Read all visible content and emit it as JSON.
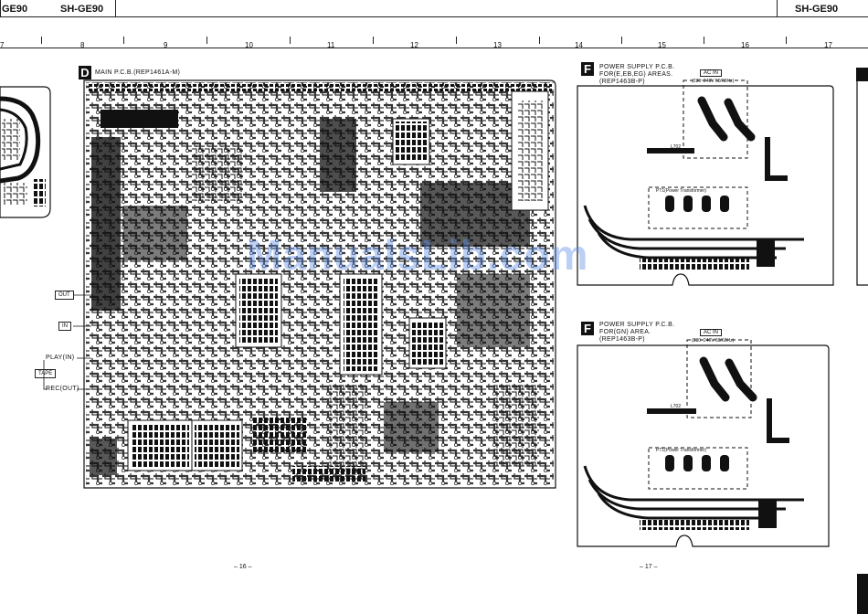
{
  "header": {
    "left_code": "GE90",
    "left_title": "SH-GE90",
    "right_title": "SH-GE90"
  },
  "columns": [
    "7",
    "8",
    "9",
    "10",
    "11",
    "12",
    "13",
    "14",
    "15",
    "16",
    "17"
  ],
  "main_pcb": {
    "letter": "D",
    "title": "MAIN P.C.B.(REP1461A-M)"
  },
  "psu_top": {
    "letter": "F",
    "title": "POWER SUPPLY P.C.B.\nFOR(E,EB,EG) AREAS.\n(REP1463B-P)",
    "ac_in": "AC IN",
    "ac_spec": "(230~240V 50/60Hz)",
    "transformer": "PT1(Power Transformer)",
    "choke": "L702"
  },
  "psu_bottom": {
    "letter": "F",
    "title": "POWER SUPPLY P.C.B.\nFOR(GN) AREA.\n(REP1463B-P)",
    "ac_in": "AC IN",
    "ac_spec": "(230~240V 50/60Hz)",
    "transformer": "PT1(Power Transformer)",
    "choke": "L702"
  },
  "connectors": {
    "out": "OUT",
    "in": "IN",
    "play": "PLAY(IN)",
    "tape": "TAPE",
    "rec": "REC(OUT)"
  },
  "page_numbers": {
    "left": "– 16 –",
    "right": "– 17 –"
  },
  "watermark": "ManualsLib.com",
  "colors": {
    "ink": "#111111",
    "watermark": "#5f8ce6"
  }
}
